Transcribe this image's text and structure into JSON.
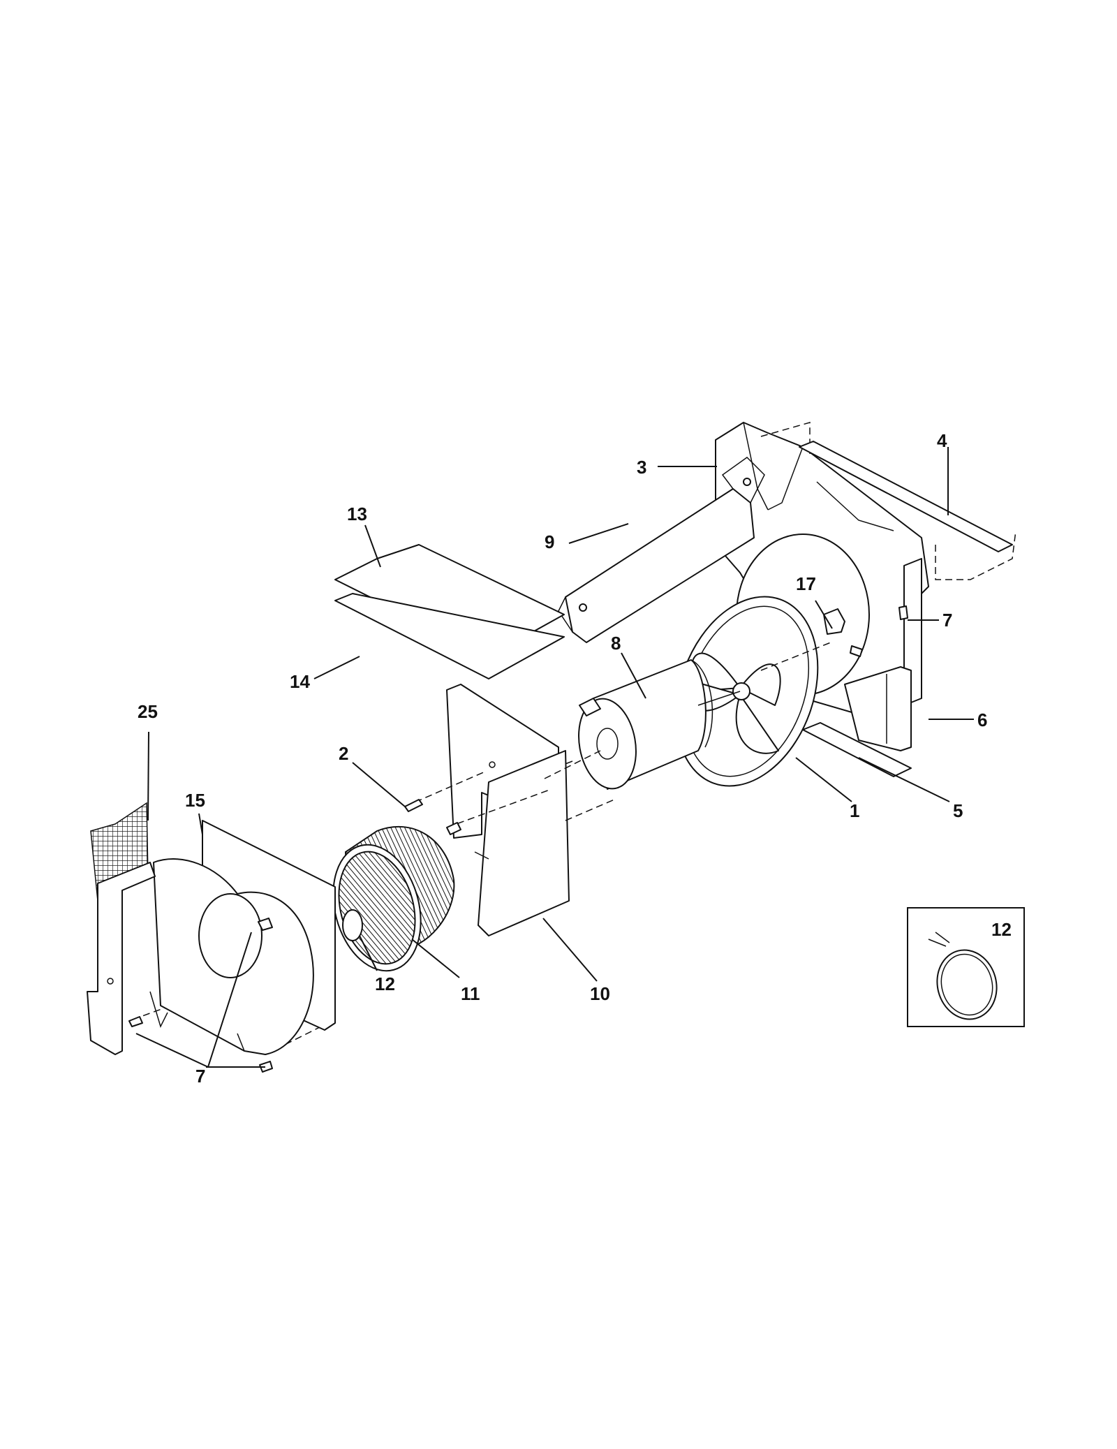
{
  "diagram": {
    "callouts": {
      "p1": "1",
      "p2": "2",
      "p3": "3",
      "p4": "4",
      "p5": "5",
      "p6": "6",
      "p7_right": "7",
      "p7_bottom": "7",
      "p8": "8",
      "p9": "9",
      "p10": "10",
      "p11": "11",
      "p12": "12",
      "p12_inset": "12",
      "p13": "13",
      "p14": "14",
      "p15": "15",
      "p17": "17",
      "p25": "25"
    }
  }
}
